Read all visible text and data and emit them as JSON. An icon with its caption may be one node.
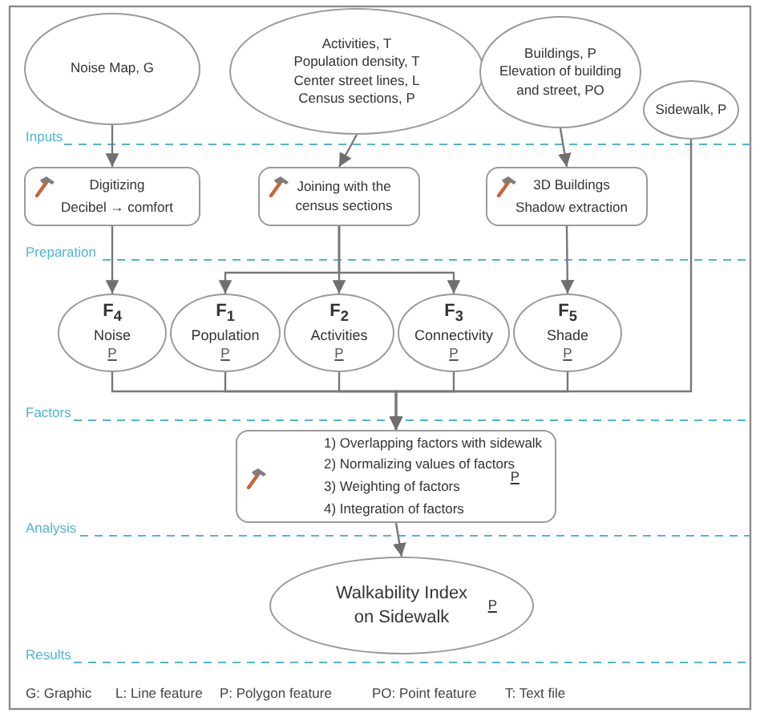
{
  "diagram": {
    "nodes": [
      {
        "text": [
          "Noise Map, G"
        ]
      },
      {
        "text": [
          "Activities, T",
          "Population density, T",
          "Center street lines, L",
          "Census sections, P"
        ]
      },
      {
        "text": [
          "Buildings, P",
          "Elevation of building and street, PO"
        ]
      },
      {
        "text": [
          "Sidewalk, P"
        ]
      },
      {
        "text": [
          "Digitizing",
          "Decibel → comfort"
        ]
      },
      {
        "text": [
          "Joining with the census sections"
        ]
      },
      {
        "text": [
          "3D Buildings",
          "Shadow extraction"
        ]
      },
      {
        "text": [
          "F$_{4}$",
          "Noise",
          "P"
        ]
      },
      {
        "text": [
          "F$_{1}$",
          "Population",
          "P"
        ]
      },
      {
        "text": [
          "F$_{2}$",
          "Activities",
          "P"
        ]
      },
      {
        "text": [
          "F$_{3}$",
          "Connectivity",
          "P"
        ]
      },
      {
        "text": [
          "F$_{5}$",
          "Shade",
          "P"
        ]
      },
      {
        "text": [
          "1) Overlapping factors with sidewalk",
          "2) Normalizing values of factors",
          "3) Weighting of factors",
          "4) Integration of factors",
          "P"
        ]
      },
      {
        "text": [
          "Walkability Index on Sidewalk",
          "P"
        ]
      }
    ],
    "edges": [
      {
        "from": 0,
        "to": 4,
        "arrow": "to"
      },
      {
        "from": 1,
        "to": 5,
        "arrow": "to"
      },
      {
        "from": 2,
        "to": 6,
        "arrow": "to"
      },
      {
        "from": 4,
        "to": 7,
        "arrow": "to"
      },
      {
        "from": 5,
        "to": 8,
        "arrow": "to"
      },
      {
        "from": 5,
        "to": 9,
        "arrow": "to"
      },
      {
        "from": 5,
        "to": 10,
        "arrow": "to"
      },
      {
        "from": 6,
        "to": 11,
        "arrow": "to"
      },
      {
        "from": 7,
        "to": 12,
        "arrow": "to"
      },
      {
        "from": 8,
        "to": 12,
        "arrow": "to"
      },
      {
        "from": 9,
        "to": 12,
        "arrow": "to"
      },
      {
        "from": 10,
        "to": 12,
        "arrow": "to"
      },
      {
        "from": 11,
        "to": 12,
        "arrow": "to"
      },
      {
        "from": 3,
        "to": 12,
        "arrow": "to"
      },
      {
        "from": 12,
        "to": 13,
        "arrow": "to"
      }
    ],
    "labels": [
      "Inputs",
      "Preparation",
      "Factors",
      "Analysis",
      "Results",
      "G: Graphic",
      "L: Line feature",
      "P: Polygon feature",
      "PO: Point feature",
      "T: Text file"
    ]
  }
}
